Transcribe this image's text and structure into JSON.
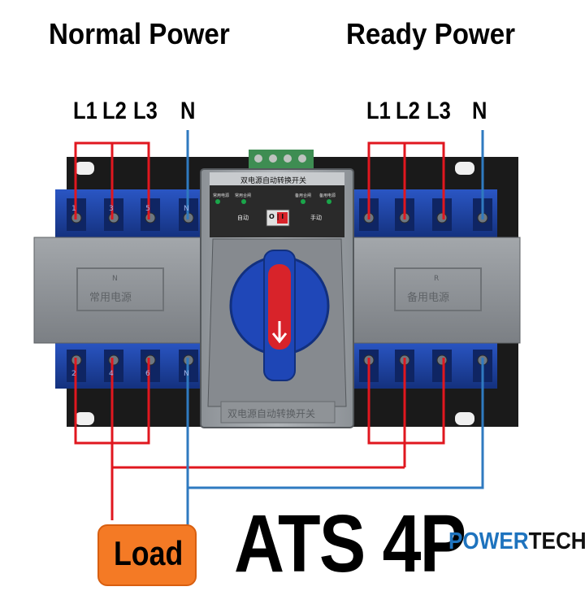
{
  "titles": {
    "normal_power": "Normal Power",
    "ready_power": "Ready Power"
  },
  "normal_terminals": [
    "L1",
    "L2",
    "L3",
    "N"
  ],
  "ready_terminals": [
    "L1",
    "L2",
    "L3",
    "N"
  ],
  "device": {
    "panel_title": "双电源自动转换开关",
    "indicator_left": "常用电源",
    "indicator_mid_left": "常用合闸",
    "indicator_mid_right": "备用合闸",
    "indicator_right": "备用电源",
    "mode_auto": "自动",
    "mode_manual": "手动",
    "switch_label": "O | I",
    "left_cover_letter": "N",
    "left_cover_text": "常用电源",
    "right_cover_letter": "R",
    "right_cover_text": "备用电源",
    "bottom_plate_text": "双电源自动转换开关",
    "top_terminal_numbers": [
      "1",
      "3",
      "5",
      "N"
    ],
    "bottom_terminal_numbers": [
      "2",
      "4",
      "6",
      "N"
    ]
  },
  "load_label": "Load",
  "product_title": "ATS 4P",
  "brand": {
    "part1": "POWER",
    "part2": "TECH"
  },
  "colors": {
    "wire_phase": "#e0171f",
    "wire_neutral": "#2f7ac0",
    "body_blue": "#1c3f9c",
    "cover_gray": "#8e9296",
    "handle_red": "#d8232a",
    "load_orange": "#f47a25",
    "brand_blue": "#1e73be"
  }
}
